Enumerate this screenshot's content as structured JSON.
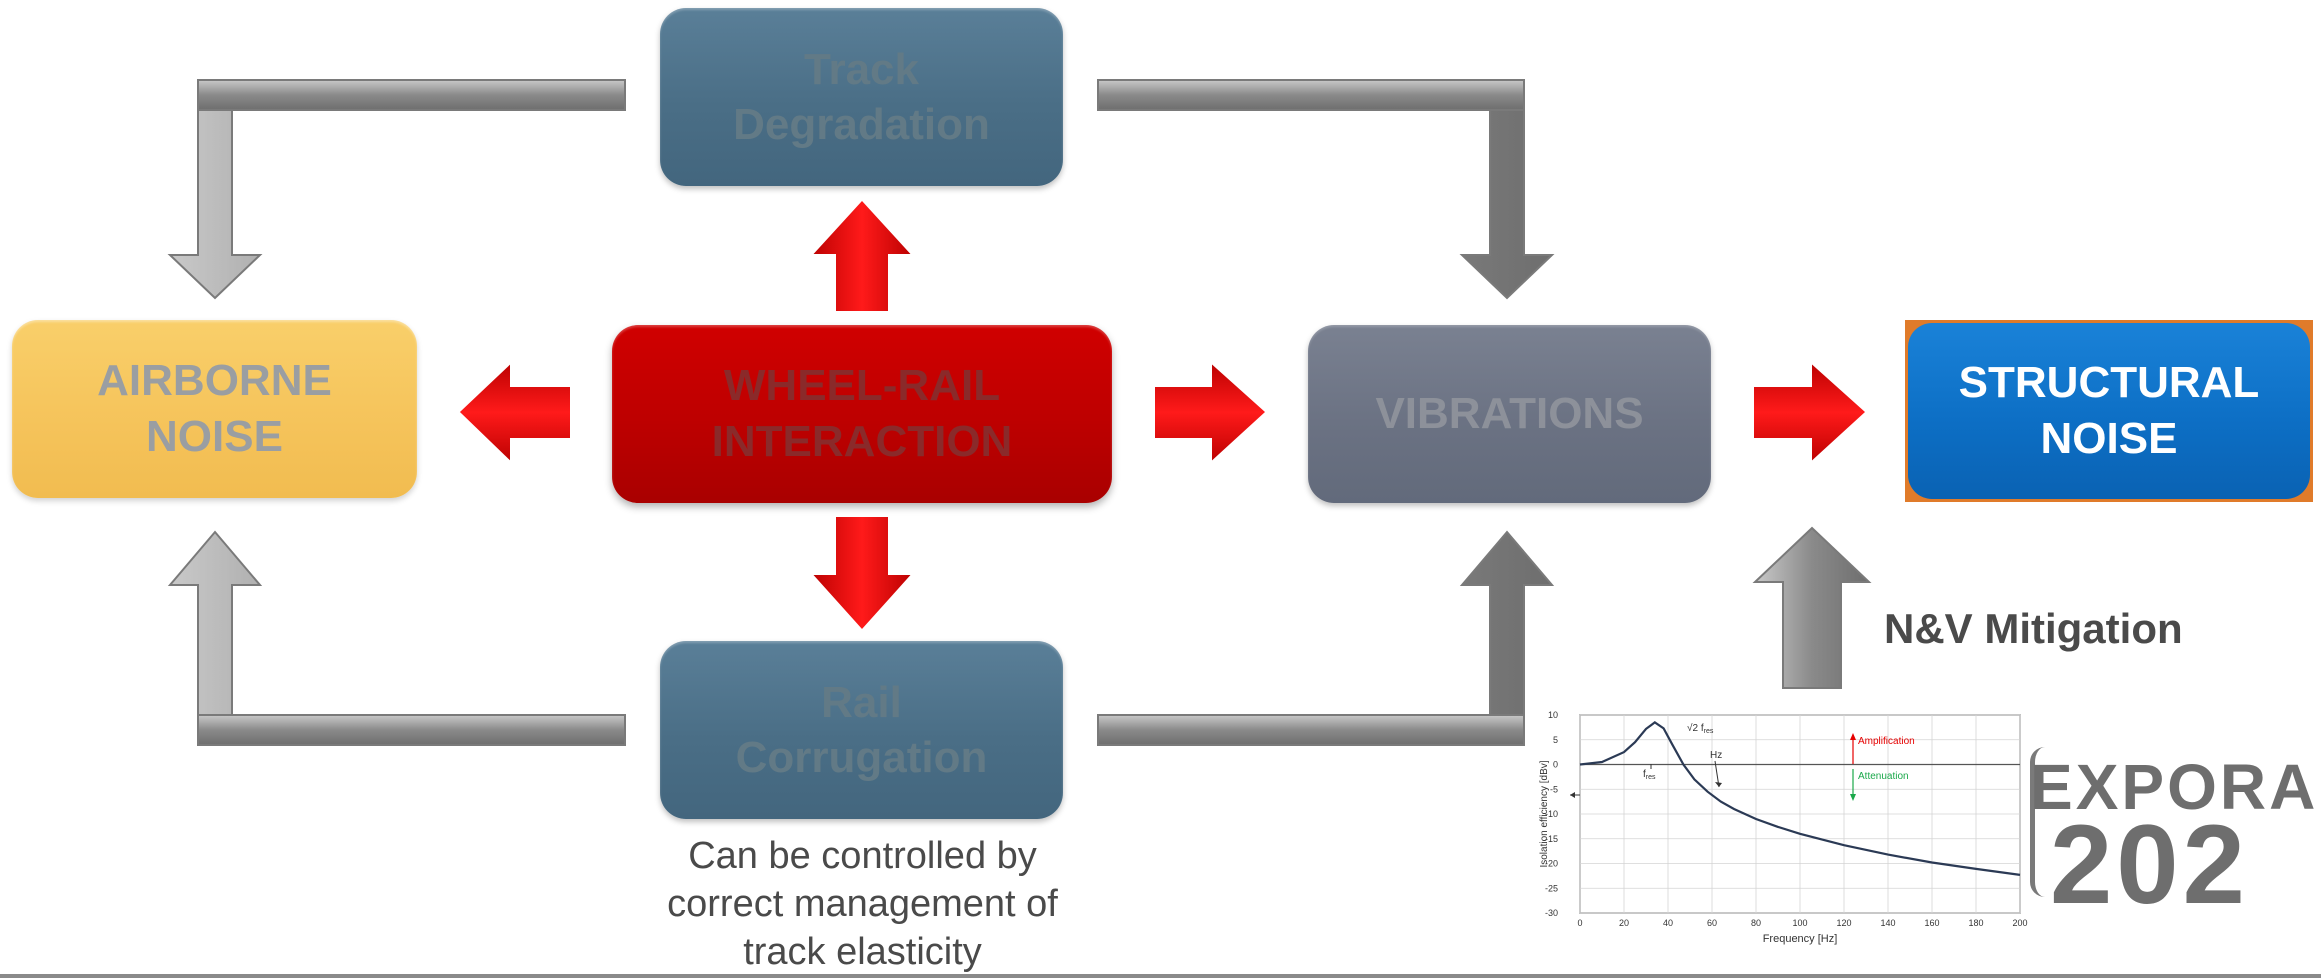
{
  "boxes": {
    "track": {
      "line1": "Track",
      "line2": "Degradation"
    },
    "rail": {
      "line1": "Rail",
      "line2": "Corrugation"
    },
    "airborne": {
      "line1": "AIRBORNE",
      "line2": "NOISE"
    },
    "wheel": {
      "line1": "WHEEL-RAIL",
      "line2": "INTERACTION"
    },
    "vibrations": {
      "label": "VIBRATIONS"
    },
    "structural": {
      "line1": "STRUCTURAL",
      "line2": "NOISE"
    }
  },
  "caption": {
    "line1": "Can be controlled by",
    "line2": "correct management of",
    "line3": "track elasticity"
  },
  "mitigation": {
    "label": "N&V Mitigation"
  },
  "logo": {
    "top": "EXPORA",
    "bottom": "202"
  },
  "colors": {
    "arrow_red": "#e80000",
    "arrow_grey": "#9a9a9a",
    "amplification": "#e60000",
    "attenuation": "#1aa84a",
    "curve": "#2b3a55"
  },
  "chart_data": {
    "type": "line",
    "xlabel": "Frequency [Hz]",
    "ylabel": "Isolation efficiency [dBv]",
    "xlim": [
      0,
      200
    ],
    "ylim": [
      -30,
      10
    ],
    "x_ticks": [
      0,
      20,
      40,
      60,
      80,
      100,
      120,
      140,
      160,
      180,
      200
    ],
    "y_ticks": [
      10,
      5,
      0,
      -5,
      -10,
      -15,
      -20,
      -25,
      -30
    ],
    "grid": true,
    "series": [
      {
        "x": [
          0,
          10,
          20,
          25,
          30,
          34,
          38,
          42,
          47,
          52,
          58,
          64,
          70,
          80,
          90,
          100,
          120,
          140,
          160,
          180,
          200
        ],
        "values": [
          0,
          0.5,
          2.5,
          4.5,
          7.2,
          8.5,
          7.3,
          4.0,
          0,
          -3.0,
          -5.5,
          -7.5,
          -9.0,
          -11.0,
          -12.6,
          -14.0,
          -16.3,
          -18.2,
          -19.8,
          -21.1,
          -22.3
        ]
      }
    ],
    "annotations": {
      "fres": "f",
      "fres_sub": "res",
      "sqrt2_prefix": "√2 f",
      "sqrt2_sub": "res",
      "hz": "Hz",
      "amplification": "Amplification",
      "attenuation": "Attenuation"
    }
  }
}
